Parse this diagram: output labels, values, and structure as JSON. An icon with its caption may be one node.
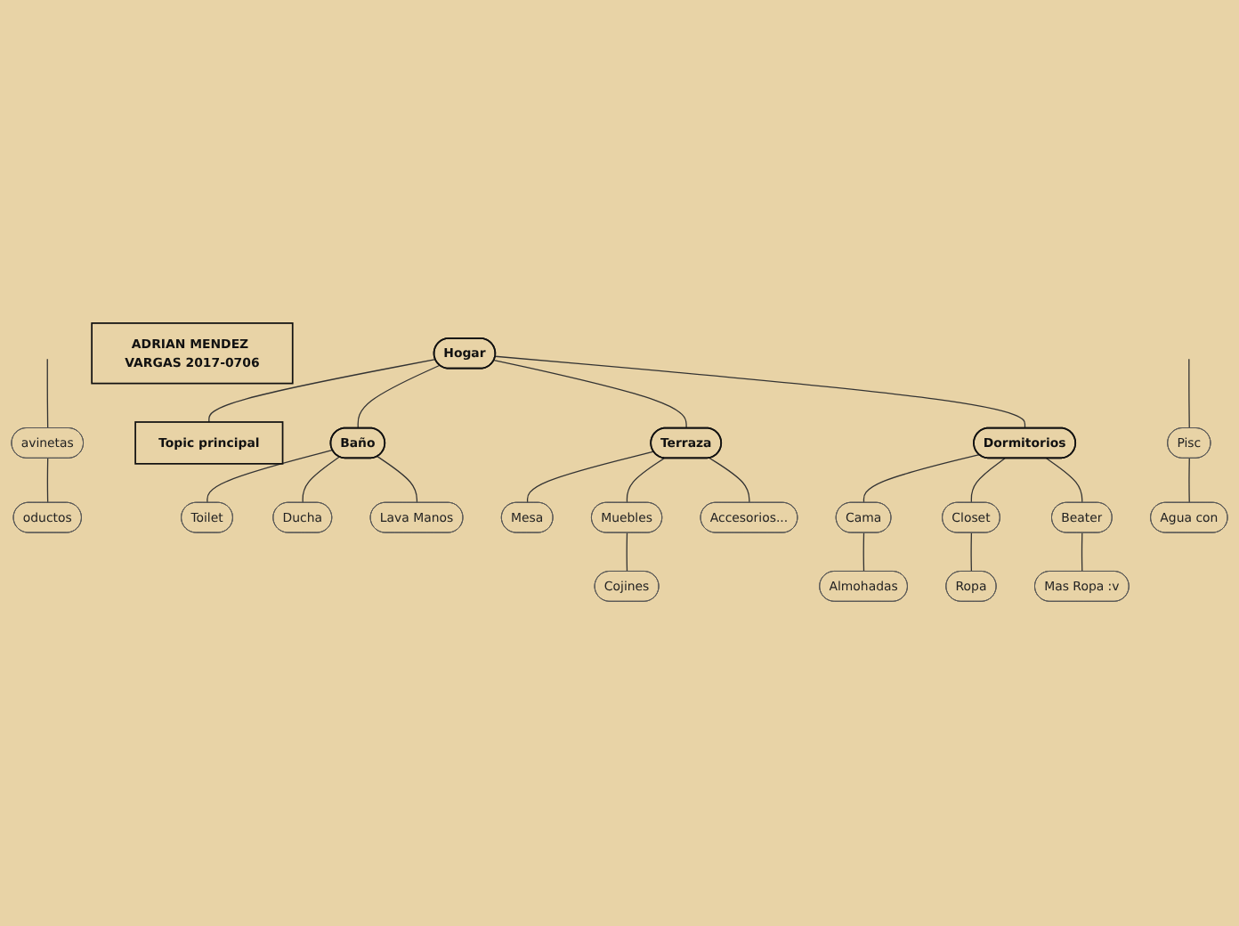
{
  "diagram": {
    "nodes": [
      {
        "text": [
          "Hogar"
        ]
      },
      {
        "text": [
          "ADRIAN MENDEZ VARGAS 2017-0706"
        ]
      },
      {
        "text": [
          "Topic principal"
        ]
      },
      {
        "text": [
          "Baño"
        ]
      },
      {
        "text": [
          "Terraza"
        ]
      },
      {
        "text": [
          "Dormitorios"
        ]
      },
      {
        "text": [
          "avinetas"
        ]
      },
      {
        "text": [
          "oductos"
        ]
      },
      {
        "text": [
          "Toilet"
        ]
      },
      {
        "text": [
          "Ducha"
        ]
      },
      {
        "text": [
          "Lava Manos"
        ]
      },
      {
        "text": [
          "Mesa"
        ]
      },
      {
        "text": [
          "Muebles"
        ]
      },
      {
        "text": [
          "Accesorios..."
        ]
      },
      {
        "text": [
          "Cojines"
        ]
      },
      {
        "text": [
          "Cama"
        ]
      },
      {
        "text": [
          "Closet"
        ]
      },
      {
        "text": [
          "Beater"
        ]
      },
      {
        "text": [
          "Almohadas"
        ]
      },
      {
        "text": [
          "Ropa"
        ]
      },
      {
        "text": [
          "Mas Ropa :v"
        ]
      },
      {
        "text": [
          "Pisc"
        ]
      },
      {
        "text": [
          "Agua con"
        ]
      }
    ],
    "edges": [
      {
        "from": 0,
        "to": 2,
        "arrow": "none"
      },
      {
        "from": 0,
        "to": 3,
        "arrow": "none"
      },
      {
        "from": 0,
        "to": 4,
        "arrow": "none"
      },
      {
        "from": 0,
        "to": 5,
        "arrow": "none"
      },
      {
        "from": null,
        "to": 6,
        "arrow": "none"
      },
      {
        "from": 6,
        "to": 7,
        "arrow": "none"
      },
      {
        "from": 3,
        "to": 8,
        "arrow": "none"
      },
      {
        "from": 3,
        "to": 9,
        "arrow": "none"
      },
      {
        "from": 3,
        "to": 10,
        "arrow": "none"
      },
      {
        "from": 4,
        "to": 11,
        "arrow": "none"
      },
      {
        "from": 4,
        "to": 12,
        "arrow": "none"
      },
      {
        "from": 4,
        "to": 13,
        "arrow": "none"
      },
      {
        "from": 12,
        "to": 14,
        "arrow": "none"
      },
      {
        "from": 5,
        "to": 15,
        "arrow": "none"
      },
      {
        "from": 5,
        "to": 16,
        "arrow": "none"
      },
      {
        "from": 5,
        "to": 17,
        "arrow": "none"
      },
      {
        "from": 15,
        "to": 18,
        "arrow": "none"
      },
      {
        "from": 16,
        "to": 19,
        "arrow": "none"
      },
      {
        "from": 17,
        "to": 20,
        "arrow": "none"
      },
      {
        "from": null,
        "to": 21,
        "arrow": "none"
      },
      {
        "from": 21,
        "to": 22,
        "arrow": "none"
      }
    ]
  }
}
